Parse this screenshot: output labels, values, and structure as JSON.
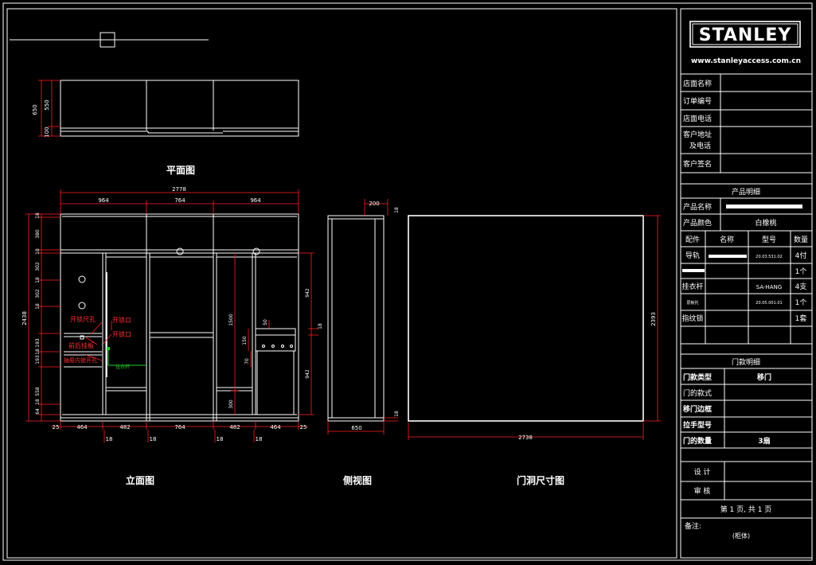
{
  "title_block": {
    "brand": "STANLEY",
    "website": "www.stanleyaccess.com.cn",
    "info_rows": [
      {
        "label": "店面名称",
        "value": ""
      },
      {
        "label": "订单编号",
        "value": ""
      },
      {
        "label": "店面电话",
        "value": ""
      },
      {
        "label": "客户地址\n及电话",
        "value": ""
      },
      {
        "label": "客户签名",
        "value": ""
      }
    ],
    "product_section": {
      "title": "产品明细",
      "name_label": "产品名称",
      "color_label": "产品颜色",
      "color_value": "白橡桃",
      "headers": [
        "配件",
        "名称",
        "型号",
        "数量"
      ],
      "rows": [
        {
          "part": "导轨",
          "name": "",
          "model": "20.03.531.02",
          "qty": "4付"
        },
        {
          "part": "",
          "name": "",
          "model": "",
          "qty": "1个"
        },
        {
          "part": "挂衣杆",
          "name": "",
          "model": "SA-HANG",
          "qty": "4支"
        },
        {
          "part": "层板托",
          "name": "",
          "model": "20.05.001.01",
          "qty": "1个"
        },
        {
          "part": "指纹锁",
          "name": "",
          "model": "",
          "qty": "1套"
        },
        {
          "part": "",
          "name": "",
          "model": "",
          "qty": ""
        }
      ]
    },
    "door_section": {
      "title": "门款明细",
      "rows": [
        {
          "label": "门款类型",
          "value": "移门"
        },
        {
          "label": "门的款式",
          "value": ""
        },
        {
          "label": "移门边框",
          "value": ""
        },
        {
          "label": "拉手型号",
          "value": ""
        },
        {
          "label": "门的数量",
          "value": "3扇"
        }
      ]
    },
    "sign_section": {
      "design_label": "设 计",
      "review_label": "审 核",
      "page_text": "第 1 页, 共 1 页",
      "remark_label": "备注:",
      "remark_value": "(柜体)"
    }
  },
  "views": {
    "plan": {
      "title": "平面图",
      "dims": {
        "depth": "650",
        "inner": "550",
        "front": "100"
      }
    },
    "elevation": {
      "title": "立面图",
      "overall_width": "2778",
      "section_widths": [
        "964",
        "764",
        "964"
      ],
      "bottom_widths": [
        "25",
        "464",
        "482",
        "764",
        "482",
        "464",
        "25"
      ],
      "gaps": [
        "18",
        "18",
        "18",
        "18"
      ],
      "left_dims": [
        "18",
        "380",
        "18",
        "302",
        "18",
        "302",
        "18",
        "193",
        "18",
        "193",
        "18",
        "558",
        "64"
      ],
      "height": "2438",
      "right_dims": [
        "942",
        "18",
        "942"
      ],
      "inner_dims": [
        "1500",
        "300",
        "150",
        "70",
        "50"
      ],
      "annotations": [
        "开锁尺孔",
        "开锁口",
        "开锁口",
        "前后挂板",
        "抽屉内锁开孔"
      ],
      "green_note": "挂衣杆"
    },
    "side": {
      "title": "侧视图",
      "top_dims": [
        "200",
        "18"
      ],
      "bottom_dim": "650",
      "right_dim": "18"
    },
    "opening": {
      "title": "门洞尺寸图",
      "width": "2738",
      "height": "2393"
    }
  },
  "colors": {
    "background": "#000000",
    "line": "#ffffff",
    "dimension": "#ff2020",
    "note": "#22cc22"
  }
}
